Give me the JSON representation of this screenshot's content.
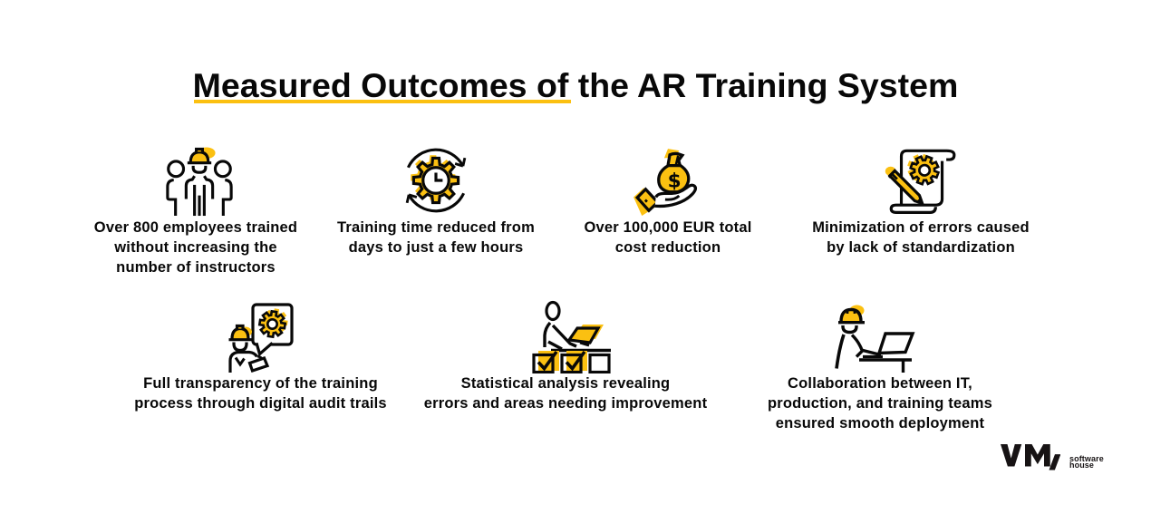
{
  "page": {
    "background": "#ffffff",
    "accent_yellow": "#FBC011",
    "ink": "#080808"
  },
  "title": {
    "underlined": "Measured Outcomes of",
    "rest": " the AR Training System"
  },
  "items": [
    {
      "icon": "workers-group-icon",
      "text": "Over 800 employees trained without increasing the number of instructors",
      "lines": [
        "Over 800 employees trained",
        "without increasing the",
        "number of instructors"
      ]
    },
    {
      "icon": "gear-clock-refresh-icon",
      "text": "Training time reduced from days to just a few hours",
      "lines": [
        "Training time reduced from",
        "days to just a few hours"
      ]
    },
    {
      "icon": "money-bag-hand-icon",
      "text": "Over 100,000 EUR total cost reduction",
      "lines": [
        "Over 100,000 EUR total",
        "cost reduction"
      ]
    },
    {
      "icon": "document-gear-pencil-icon",
      "text": "Minimization of errors caused by lack of standardization",
      "lines": [
        "Minimization of errors caused",
        "by lack of standardization"
      ]
    },
    {
      "icon": "worker-speech-bubble-gear-icon",
      "text": "Full transparency of the training process through digital audit trails",
      "lines": [
        "Full transparency of the training",
        "process through digital audit trails"
      ]
    },
    {
      "icon": "analyst-checkboxes-icon",
      "text": "Statistical analysis revealing errors and areas needing improvement",
      "lines": [
        "Statistical analysis revealing",
        "errors and areas needing improvement"
      ]
    },
    {
      "icon": "worker-laptop-icon",
      "text": "Collaboration between IT, production, and training teams ensured smooth deployment",
      "lines": [
        "Collaboration between IT,",
        "production, and training teams",
        "ensured smooth deployment"
      ]
    }
  ],
  "logo": {
    "mark": "VM,",
    "tagline_line1": "software",
    "tagline_line2": "house"
  }
}
